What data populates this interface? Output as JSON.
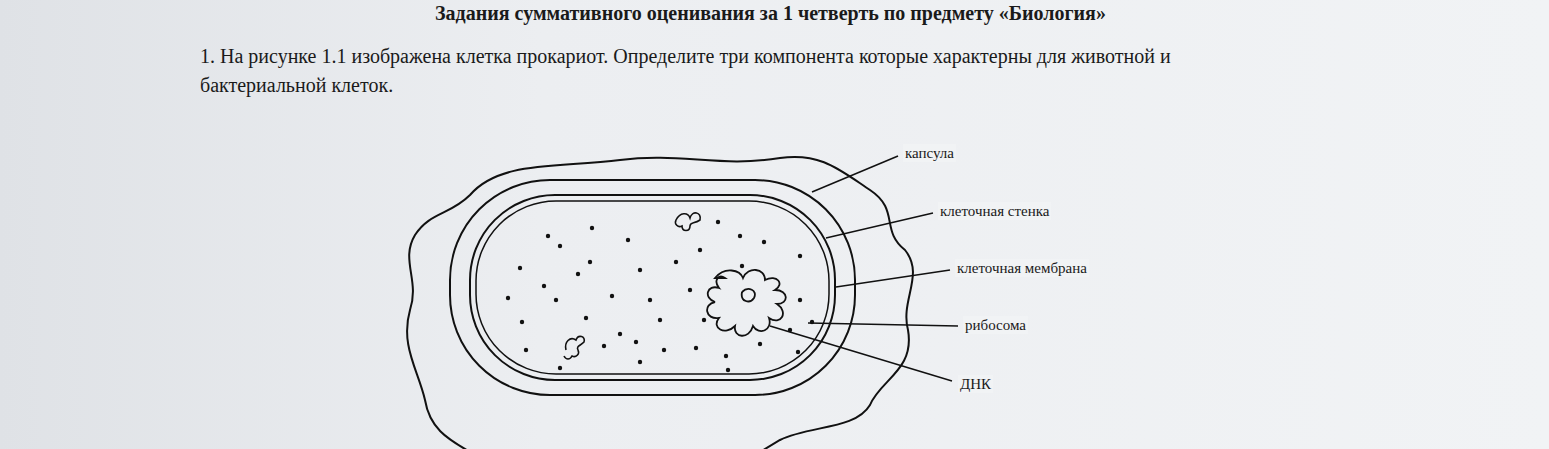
{
  "diagram": {
    "title": "Задания суммативного оценивания за 1 четверть по предмету «Биология»",
    "labels": [
      "1. На рисунке 1.1 изображена клетка прокариот. Определите три компонента которые характерны для животной и бактериальной клеток.",
      "капсула",
      "клеточная стенка",
      "клеточная мембрана",
      "рибосома",
      "ДНК"
    ]
  }
}
